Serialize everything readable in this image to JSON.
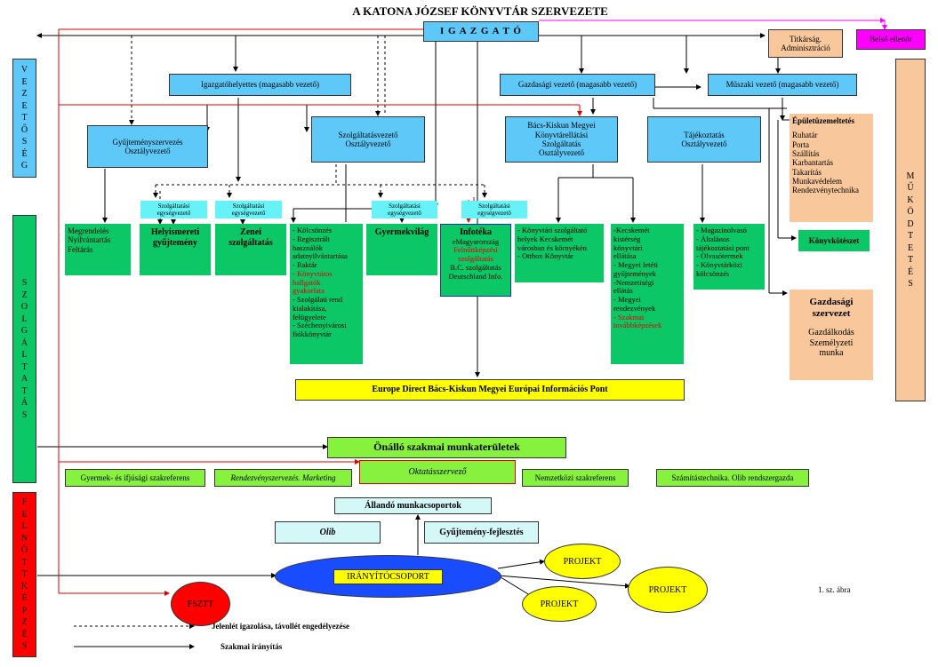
{
  "title": "A KATONA JÓZSEF KÖNYVTÁR SZERVEZETE",
  "figure_label": "1. sz. ábra",
  "side_labels": {
    "vezetoseg": [
      "V",
      "E",
      "Z",
      "E",
      "T",
      "Ő",
      "S",
      "É",
      "G"
    ],
    "szolgaltatas": [
      "S",
      "Z",
      "O",
      "L",
      "G",
      "Á",
      "L",
      "T",
      "A",
      "T",
      "Á",
      "S"
    ],
    "felnottkepzes": [
      "F",
      "E",
      "L",
      "N",
      "Ő",
      "T",
      "T",
      "K",
      "É",
      "P",
      "Z",
      "É",
      "S"
    ],
    "mukodtetes": [
      "M",
      "Ű",
      "K",
      "Ö",
      "D",
      "T",
      "E",
      "T",
      "É",
      "S"
    ]
  },
  "nodes": {
    "igazgato": "I G A Z G A T Ó",
    "titkarsag": [
      "Titkárság.",
      "Adminisztráció"
    ],
    "belso_ellenor": "Belső ellenőr",
    "igazgatohelyettes": "Igazgatóhelyettes (magasabb vezető)",
    "gazdasagi_vezeto": "Gazdasági vezető (magasabb vezető)",
    "muszaki_vezeto": "Műszaki vezető (magasabb vezető)",
    "gyujtemeny": [
      "Gyűjteményszervezés",
      "Osztályvezető"
    ],
    "szolgaltatas_vezeto": [
      "Szolgáltatásvezető",
      "Osztályvezető"
    ],
    "bacs_kiskun": [
      "Bács-Kiskun Megyei",
      "Könyvtárellátási",
      "Szolgáltatás",
      "Osztályvezető"
    ],
    "tajekoztatas": [
      "Tájékoztatás",
      "Osztályvezető"
    ],
    "egysegvezeto": [
      "Szolgáltatási",
      "egységvezető"
    ],
    "megrendeles": [
      "Megrendelés",
      "Nyilvántartás",
      "Feltárás"
    ],
    "helyismereti": [
      "Helyismereti",
      "gyűjtemény"
    ],
    "zenei": [
      "Zenei",
      "szolgáltatás"
    ],
    "kolcsonzes": [
      "- Kölcsönzés",
      "- Regisztrált",
      "használók",
      "adatnyilvántartása",
      "- Raktár"
    ],
    "kolcsonzes_red": [
      "- Könyvtáros",
      "hallgatók",
      "gyakorlata"
    ],
    "kolcsonzes_rest": [
      "- Szolgálati rend",
      "kialakítása,",
      "felügyelete",
      "- Széchenyivárosi",
      "fiókkönyvtár"
    ],
    "gyermekvilag": "Gyermekvilág",
    "infoteka_title": "Infotéka",
    "infoteka_1": "eMagyarország",
    "infoteka_red": [
      "Felnőttképzési",
      "szolgáltatás"
    ],
    "infoteka_rest": [
      "B.C. szolgáltatás",
      "Deutschland Info."
    ],
    "konyvtari_szolg": [
      "- Könyvtári szolgáltató",
      "helyek Kecskemét",
      "városban és környékén",
      "- Otthon Könyvtár"
    ],
    "kecskemet": [
      "-Kecskemét",
      "kistérség",
      "könyvtári",
      "ellátása",
      "- Megyei letéti",
      "gyűjtemények",
      "-Nemzetiségi",
      "ellátás",
      "- Megyei",
      "rendezvények"
    ],
    "kecskemet_red": [
      "- Szakmai",
      "továbbképzések"
    ],
    "magazinolvaso": [
      "- Magazinolvasó",
      "- Általános",
      "tájékoztatási pont",
      "- Olvasótermek",
      "- Könyvtárközi",
      "kölcsönzés"
    ],
    "epuletuzemeltetes_title": "Épületüzemeltetés",
    "epuletuzemeltetes": [
      "Ruhatár",
      "Porta",
      "Szállítás",
      "Karbantartás",
      "Takarítás",
      "Munkavédelem",
      "Rendezvénytechnika"
    ],
    "konyvkoteszet": "Könyvkötészet",
    "gazdasagi_szervezet_title": [
      "Gazdasági",
      "szervezet"
    ],
    "gazdasagi_szervezet": [
      "Gazdálkodás",
      "Személyzeti",
      "munka"
    ],
    "europe_direct": "Europe Direct Bács-Kiskun Megyei Európai Információs Pont",
    "onallo": "Önálló szakmai munkaterületek",
    "gyermek_ifjusagi": "Gyermek- és ifjúsági szakreferens",
    "rendezveny": "Rendezvényszervezés. Marketing",
    "oktatasszervezo": "Oktatásszervező",
    "nemzetkozi": "Nemzetközi szakreferens",
    "szamitastechnika": "Számítástechnika. Olib rendszergazda",
    "allando": "Állandó munkacsoportok",
    "olib": "Olib",
    "gyujtemeny_fejlesztes": "Gyűjtemény-fejlesztés",
    "iranyitocsoport": "IRÁNYÍTÓCSOPORT",
    "fsztt": "FSZTT",
    "projekt": "PROJEKT"
  },
  "legend": {
    "dashed": "Jelenlét igazolása, távollét engedélyezése",
    "solid": "Szakmai irányítás"
  },
  "colors": {
    "blue": "#5ec8f8",
    "cyan": "#66f2f6",
    "green": "#0bc765",
    "light_green": "#86f23d",
    "yellow": "#ffff00",
    "peach": "#f8c79c",
    "magenta": "#ff00ff",
    "red": "#ff0000",
    "ellipse_blue": "#1a4cff"
  }
}
